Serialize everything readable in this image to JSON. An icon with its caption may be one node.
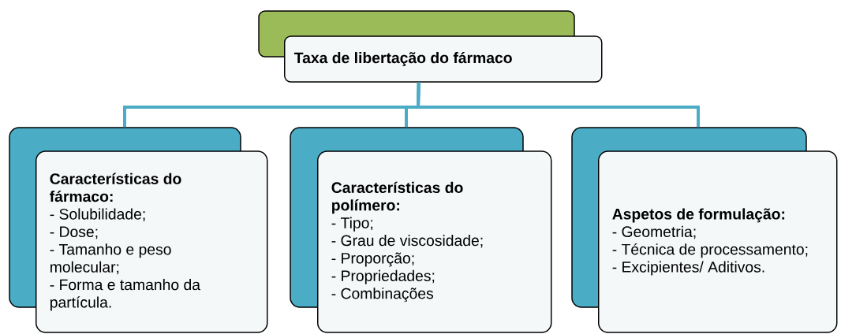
{
  "diagram": {
    "nodes": [
      {
        "text": [
          "Taxa de libertação do fármaco"
        ]
      },
      {
        "text": [
          "Características do fármaco:",
          "- Solubilidade;",
          "- Dose;",
          "- Tamanho e peso molecular;",
          "- Forma e tamanho da partícula."
        ]
      },
      {
        "text": [
          "Características do polímero:",
          "- Tipo;",
          "- Grau de viscosidade;",
          "- Proporção;",
          "- Propriedades;",
          "- Combinações"
        ]
      },
      {
        "text": [
          "Aspetos de formulação:",
          "- Geometria;",
          "-  Técnica de processamento;",
          "- Excipientes/ Aditivos."
        ]
      }
    ],
    "edges": [
      {
        "from": 0,
        "to": 1,
        "arrow": "none"
      },
      {
        "from": 0,
        "to": 2,
        "arrow": "none"
      },
      {
        "from": 0,
        "to": 3,
        "arrow": "none"
      }
    ]
  }
}
